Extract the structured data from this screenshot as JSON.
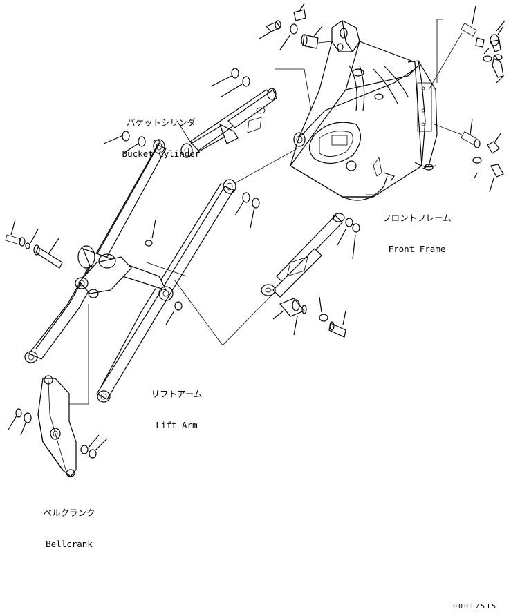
{
  "labels": {
    "bucket_cylinder": {
      "jp": "バケットシリンダ",
      "en": "Bucket Cylinder"
    },
    "front_frame": {
      "jp": "フロントフレーム",
      "en": "Front Frame"
    },
    "lift_arm": {
      "jp": "リフトアーム",
      "en": "Lift Arm"
    },
    "bellcrank": {
      "jp": "ベルクランク",
      "en": "Bellcrank"
    }
  },
  "document_number": "00017515"
}
